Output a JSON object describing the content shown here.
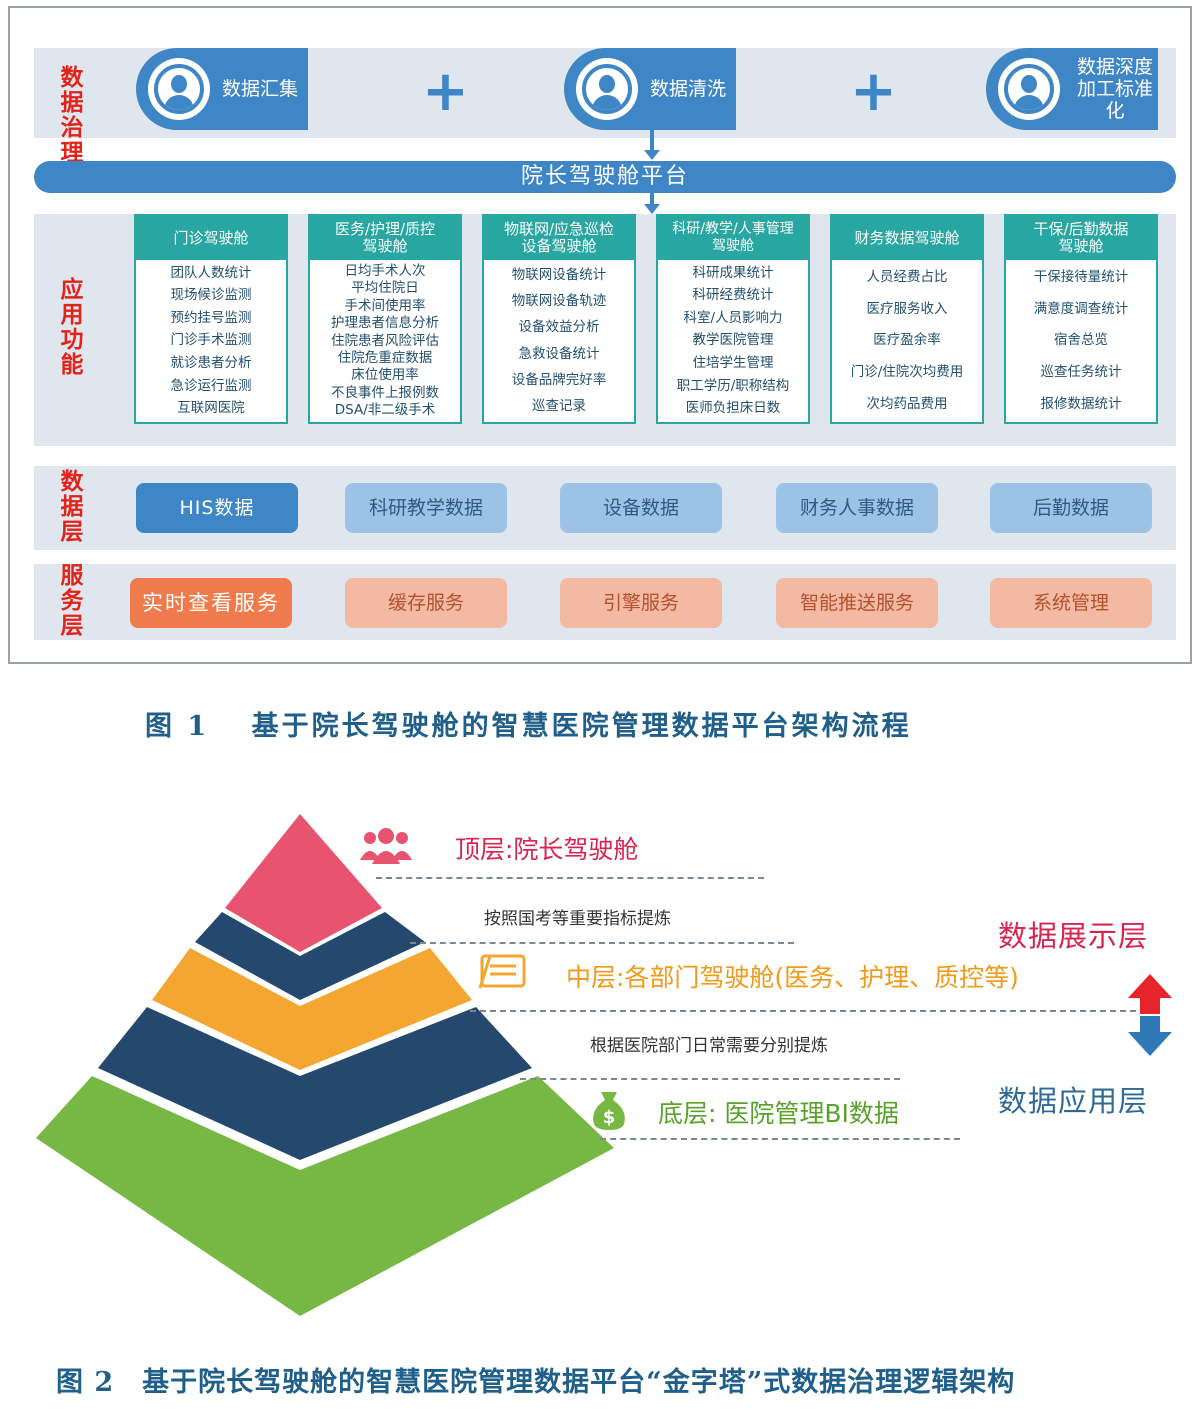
{
  "figure1": {
    "governance_label": [
      "数据",
      "治理"
    ],
    "governance_steps": [
      {
        "lines": [
          "数据汇集"
        ]
      },
      {
        "lines": [
          "数据清洗"
        ]
      },
      {
        "lines": [
          "数据深度",
          "加工标准化"
        ]
      }
    ],
    "plus": "+",
    "platform": "院长驾驶舱平台",
    "app_label": [
      "应",
      "用",
      "功",
      "能"
    ],
    "modules": [
      {
        "title": [
          "门诊驾驶舱"
        ],
        "items": [
          "团队人数统计",
          "现场候诊监测",
          "预约挂号监测",
          "门诊手术监测",
          "就诊患者分析",
          "急诊运行监测",
          "互联网医院"
        ]
      },
      {
        "title": [
          "医务/护理/质控",
          "驾驶舱"
        ],
        "items": [
          "日均手术人次",
          "平均住院日",
          "手术间使用率",
          "护理患者信息分析",
          "住院患者风险评估",
          "住院危重症数据",
          "床位使用率",
          "不良事件上报例数",
          "DSA/非二级手术"
        ]
      },
      {
        "title": [
          "物联网/应急巡检",
          "设备驾驶舱"
        ],
        "items": [
          "物联网设备统计",
          "物联网设备轨迹",
          "设备效益分析",
          "急救设备统计",
          "设备品牌完好率",
          "巡查记录"
        ]
      },
      {
        "title": [
          "科研/教学/人事管理",
          "驾驶舱"
        ],
        "items": [
          "科研成果统计",
          "科研经费统计",
          "科室/人员影响力",
          "教学医院管理",
          "住培学生管理",
          "职工学历/职称结构",
          "医师负担床日数"
        ]
      },
      {
        "title": [
          "财务数据驾驶舱"
        ],
        "items": [
          "人员经费占比",
          "医疗服务收入",
          "医疗盈余率",
          "门诊/住院次均费用",
          "次均药品费用"
        ]
      },
      {
        "title": [
          "干保/后勤数据",
          "驾驶舱"
        ],
        "items": [
          "干保接待量统计",
          "满意度调查统计",
          "宿舍总览",
          "巡查任务统计",
          "报修数据统计"
        ]
      }
    ],
    "data_layer_label": [
      "数",
      "据",
      "层"
    ],
    "data_layer": [
      "HIS数据",
      "科研教学数据",
      "设备数据",
      "财务人事数据",
      "后勤数据"
    ],
    "service_layer_label": [
      "服",
      "务",
      "层"
    ],
    "service_layer": [
      "实时查看服务",
      "缓存服务",
      "引擎服务",
      "智能推送服务",
      "系统管理"
    ],
    "caption": "图 1　 基于院长驾驶舱的智慧医院管理数据平台架构流程"
  },
  "figure2": {
    "top": "顶层:院长驾驶舱",
    "top_sub": "按照国考等重要指标提炼",
    "middle": "中层:各部门驾驶舱(医务、护理、质控等)",
    "middle_sub": "根据医院部门日常需要分别提炼",
    "bottom": "底层: 医院管理BI数据",
    "right_top": "数据展示层",
    "right_bottom": "数据应用层",
    "caption": "图 2　基于院长驾驶舱的智慧医院管理数据平台“金字塔”式数据治理逻辑架构",
    "icons": [
      "people-icon",
      "document-icon",
      "money-bag-icon",
      "up-down-arrow-icon"
    ],
    "colors": {
      "top": "#e8546f",
      "navy": "#25496e",
      "orange": "#f5a630",
      "green": "#76b843",
      "red_arrow": "#e6242b",
      "blue_arrow": "#2f79b9"
    }
  }
}
